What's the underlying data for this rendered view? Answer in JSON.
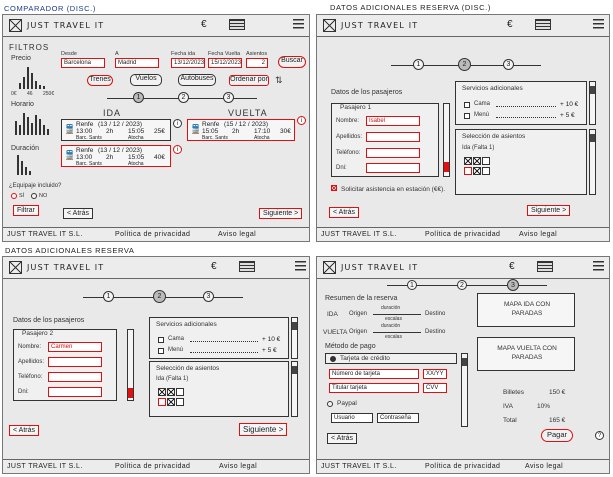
{
  "captions": {
    "p1": "COMPARADOR (DISC.)",
    "p2": "DATOS ADICIONALES RESERVA (DISC.)",
    "p3": "DATOS ADICIONALES RESERVA"
  },
  "app": {
    "brand": "JUST TRAVEL IT",
    "currency": "€",
    "footer": {
      "company": "JUST TRAVEL IT S.L.",
      "privacy": "Política de privacidad",
      "legal": "Aviso legal"
    }
  },
  "comparator": {
    "filters_title": "FILTROS",
    "price_label": "Precio",
    "price_min": "0€",
    "price_mid": "46",
    "price_max": "250€",
    "schedule_label": "Horario",
    "duration_label": "Duración",
    "luggage_label": "¿Equipaje incluido?",
    "yes": "SÍ",
    "no": "NO",
    "filter_button": "Filtrar",
    "from_label": "Desde",
    "from_value": "Barcelona",
    "to_label": "A",
    "to_value": "Madrid",
    "depart_label": "Fecha ida",
    "depart_value": "13/12/2023",
    "return_label": "Fecha Vuelta",
    "return_value": "15/12/2023",
    "seats_label": "Asientos",
    "seats_value": "2",
    "search_button": "Buscar",
    "transport_train": "Trenes",
    "transport_flight": "Vuelos",
    "transport_bus": "Autobuses",
    "sort_button": "Ordenar por",
    "outbound_title": "IDA",
    "return_title": "VUELTA",
    "trip1": {
      "company": "Renfe",
      "date": "(13 / 12 / 2023)",
      "dep": "13:00",
      "dur": "2h",
      "arr": "15:05",
      "price": "25€",
      "from": "Barc. Sants",
      "to": "Atocha"
    },
    "trip2": {
      "company": "Renfe",
      "date": "(13 / 12 / 2023)",
      "dep": "13:00",
      "dur": "2h",
      "arr": "15:05",
      "price": "40€",
      "from": "Barc. Sants",
      "to": "Atocha"
    },
    "trip3": {
      "company": "Renfe",
      "date": "(15 / 12 / 2023)",
      "dep": "15:05",
      "dur": "2h",
      "arr": "17:10",
      "price": "30€",
      "from": "Barc. Sants",
      "to": "Atocha"
    },
    "back_button": "< Atrás",
    "next_button": "Siguiente >"
  },
  "passengers": {
    "title": "Datos de los pasajeros",
    "p1_tab": "Pasajero 1",
    "p2_tab": "Pasajero 2",
    "name_label": "Nombre:",
    "name1_value": "Isabel",
    "name2_value": "Carmen",
    "surname_label": "Apellidos:",
    "phone_label": "Teléfono:",
    "dni_label": "Dni:",
    "assist_text": "Solicitar asistencia en estación (€€).",
    "services_title": "Servicios adicionales",
    "service_bed": "Cama",
    "service_bed_price": "+ 10 €",
    "service_menu": "Menú",
    "service_menu_price": "+ 5 €",
    "seats_title": "Selección de asientos",
    "trip_leg": "Ida (Falta 1)",
    "back_button": "< Atrás",
    "next_button": "Siguiente >"
  },
  "summary": {
    "title": "Resumen de la reserva",
    "ida": "IDA",
    "vuelta": "VUELTA",
    "origin": "Origen",
    "dest": "Destino",
    "duration": "duración",
    "stops": "escalas",
    "map_ida": "MAPA IDA CON PARADAS",
    "map_vuelta": "MAPA VUELTA CON PARADAS",
    "payment_title": "Método de pago",
    "card_option": "Tarjeta de crédito",
    "card_number": "Número de tarjeta",
    "card_exp": "XX/YY",
    "card_holder": "Titular tarjeta",
    "card_cvv": "CVV",
    "paypal_option": "Paypal",
    "paypal_user": "Usuario",
    "paypal_pass": "Contraseña",
    "tickets_label": "Billetes",
    "tickets_value": "150 €",
    "vat_label": "IVA",
    "vat_value": "10%",
    "total_label": "Total",
    "total_value": "165 €",
    "back_button": "< Atrás",
    "pay_button": "Pagar"
  },
  "stepper": {
    "s1": "1",
    "s2": "2",
    "s3": "3"
  }
}
